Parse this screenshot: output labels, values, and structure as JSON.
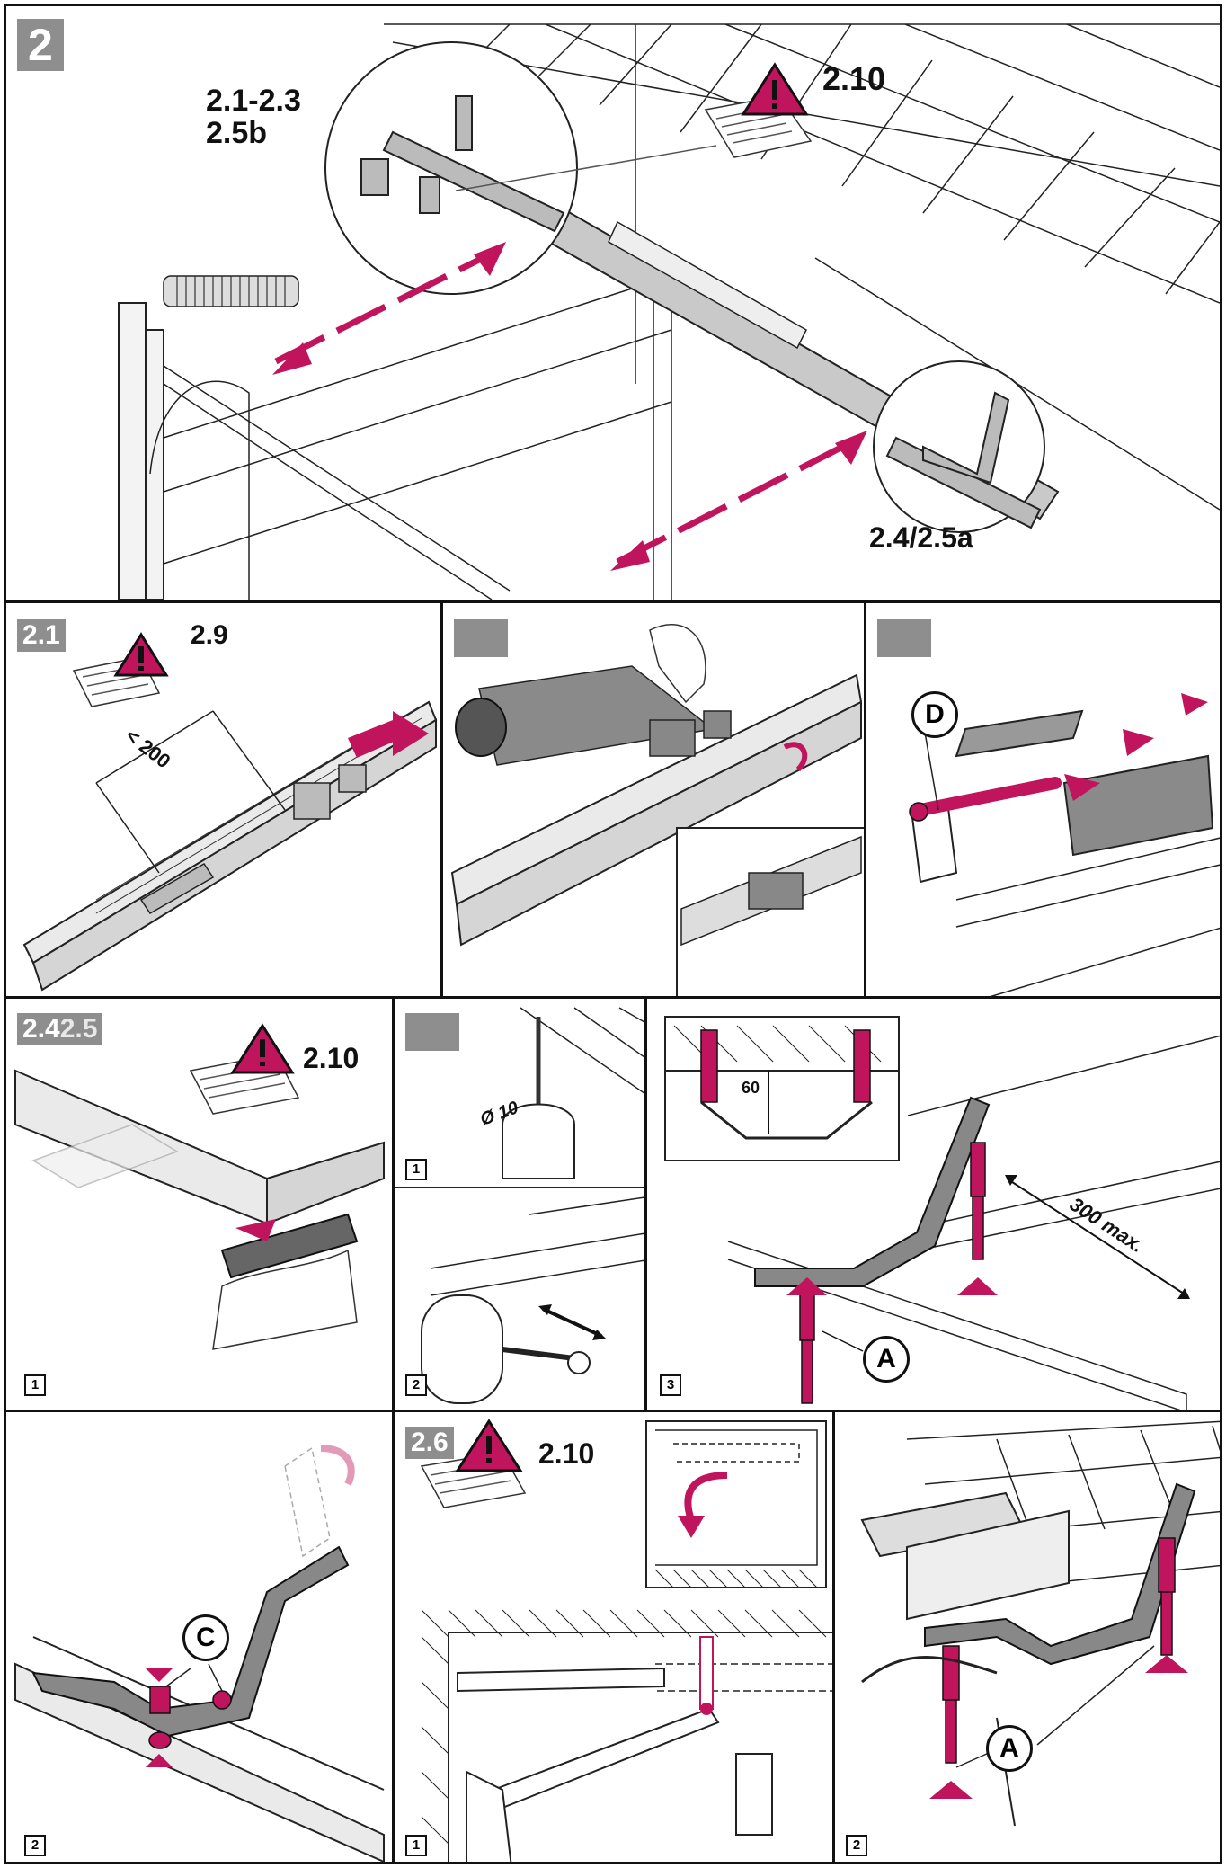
{
  "colors": {
    "accent": "#c0155c",
    "tag_bg": "#8e8e8e",
    "line": "#111111"
  },
  "main": {
    "section_tag": "2",
    "label_top_left": "2.1-2.3\n2.5b",
    "label_top_right": "2.10",
    "label_bottom_right": "2.4/2.5a"
  },
  "row2": {
    "p1": {
      "tag": "2.1",
      "ref": "2.9",
      "dimension": "< 200"
    },
    "p3": {
      "callout": "D"
    }
  },
  "row3": {
    "p1": {
      "tag_main": "2.4",
      "tag_ghost": "2.5",
      "ref": "2.10",
      "step": "1"
    },
    "p2": {
      "drill": "Ø 10",
      "step1": "1",
      "step2": "2"
    },
    "p3": {
      "depth": "60",
      "max": "300 max.",
      "callout": "A",
      "step": "3"
    }
  },
  "row4": {
    "p1": {
      "callout": "C",
      "step": "2"
    },
    "p2": {
      "tag": "2.6",
      "ref": "2.10",
      "step": "1"
    },
    "p3": {
      "callout": "A",
      "step": "2"
    }
  },
  "icons": [
    "warning-triangle-icon",
    "manual-icon",
    "double-arrow-icon",
    "push-arrow-icon",
    "rotate-arrow-icon"
  ]
}
